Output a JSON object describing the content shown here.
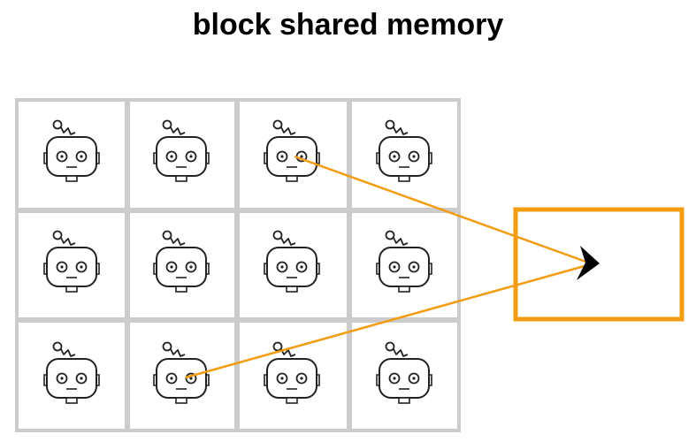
{
  "title": "block shared memory",
  "colors": {
    "grid": "#cccccc",
    "arrow": "#f39c12",
    "memory_box": "#f39c12",
    "robot_stroke": "#222222",
    "arrow_head": "#000000"
  },
  "grid": {
    "rows": 3,
    "cols": 4,
    "cell_icon": "robot-thread-icon"
  },
  "arrows": [
    {
      "from": {
        "row": 0,
        "col": 2
      },
      "to": "shared-memory-box"
    },
    {
      "from": {
        "row": 2,
        "col": 1
      },
      "to": "shared-memory-box"
    }
  ]
}
